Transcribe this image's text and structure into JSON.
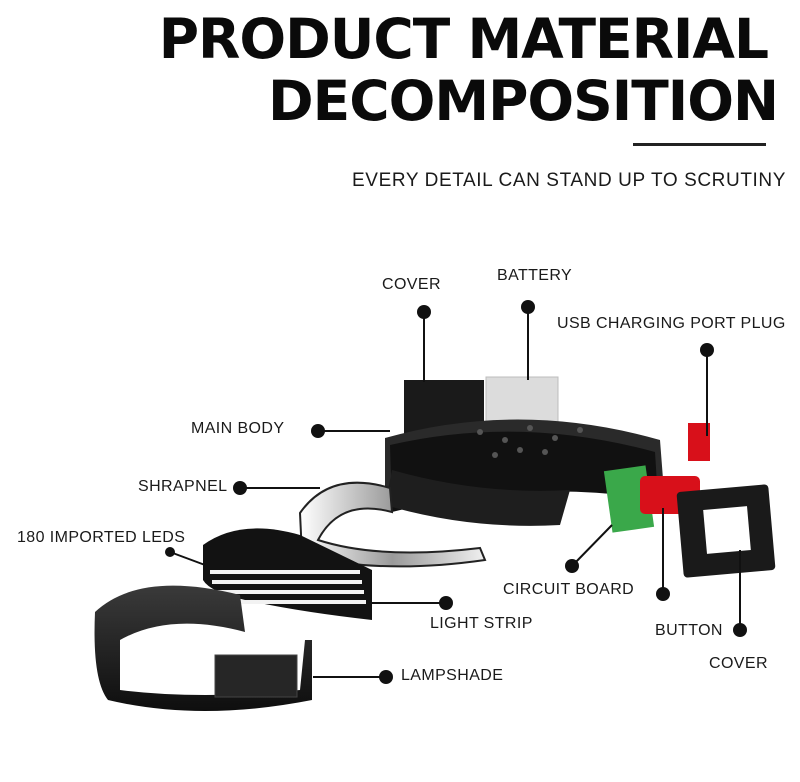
{
  "header": {
    "title_line1": "PRODUCT MATERIAL",
    "title_line2": "DECOMPOSITION",
    "subtitle": "EVERY DETAIL CAN STAND UP TO SCRUTINY"
  },
  "labels": {
    "cover_top": "COVER",
    "battery": "BATTERY",
    "usb_plug": "USB CHARGING PORT PLUG",
    "main_body": "MAIN BODY",
    "shrapnel": "SHRAPNEL",
    "leds": "180 IMPORTED LEDS",
    "circuit_board": "CIRCUIT BOARD",
    "light_strip": "LIGHT STRIP",
    "button": "BUTTON",
    "cover_bottom": "COVER",
    "lampshade": "LAMPSHADE"
  },
  "colors": {
    "body": "#1b1b1b",
    "pcb": "#3aa84a",
    "button_red": "#d8101a",
    "battery": "#d9d9d9",
    "led": "#f2f2f2"
  }
}
